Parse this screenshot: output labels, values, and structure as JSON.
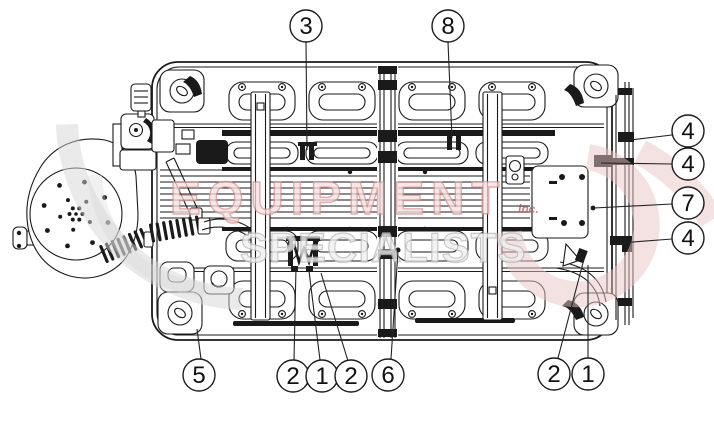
{
  "watermark": {
    "word_top": "EQUIPMENT",
    "word_top_suffix": "inc.",
    "word_bottom": "SPECIALISTS",
    "colors": {
      "word_top_fill": "#f7dfdf",
      "word_top_outline": "#d89494",
      "suffix_color": "#c96a6a",
      "word_bottom_fill": "#efefef",
      "word_bottom_outline": "#bcbcbc",
      "swoosh_gray": "#d6d6d6",
      "swoosh_pink": "#eac6c6"
    }
  },
  "callouts": [
    {
      "id": "callout-3-top",
      "label": "3"
    },
    {
      "id": "callout-8-top",
      "label": "8"
    },
    {
      "id": "callout-4-right-upper",
      "label": "4"
    },
    {
      "id": "callout-4-right-middle",
      "label": "4"
    },
    {
      "id": "callout-7-right",
      "label": "7"
    },
    {
      "id": "callout-4-right-lower",
      "label": "4"
    },
    {
      "id": "callout-5-bottom",
      "label": "5"
    },
    {
      "id": "callout-2-bottom-left",
      "label": "2"
    },
    {
      "id": "callout-1-bottom-left",
      "label": "1"
    },
    {
      "id": "callout-2-bottom-mid",
      "label": "2"
    },
    {
      "id": "callout-6-bottom",
      "label": "6"
    },
    {
      "id": "callout-2-bottom-right",
      "label": "2"
    },
    {
      "id": "callout-1-bottom-right",
      "label": "1"
    }
  ],
  "line_color": "#1a1a1a"
}
